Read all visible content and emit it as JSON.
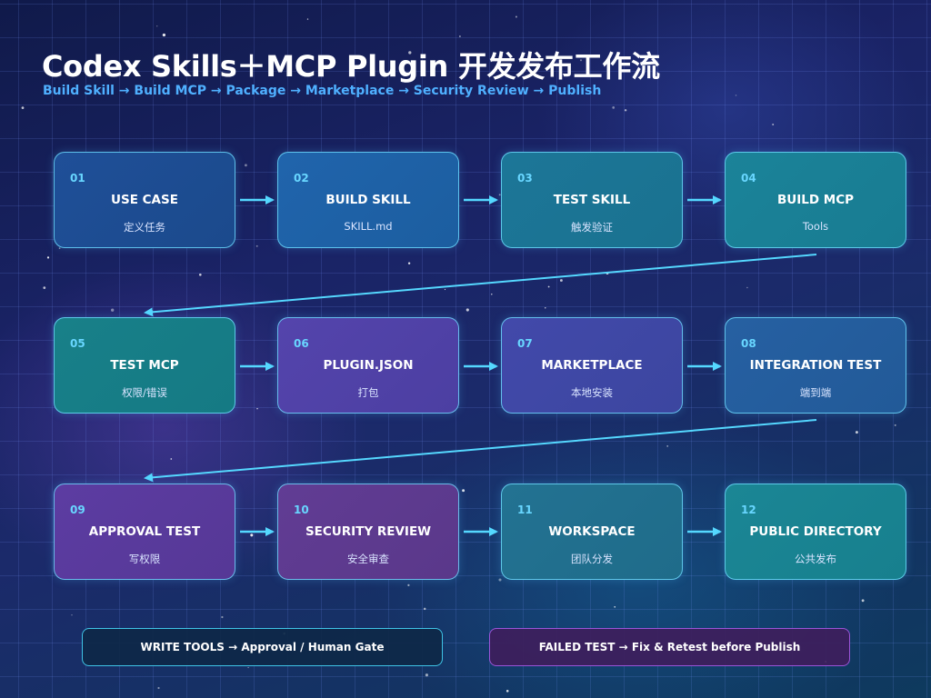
{
  "header": {
    "title": "Codex Skills＋MCP Plugin 开发发布工作流",
    "subtitle": "Build Skill → Build MCP → Package → Marketplace → Security Review → Publish"
  },
  "steps": [
    {
      "num": "01",
      "name": "USE CASE",
      "sub": "定义任务"
    },
    {
      "num": "02",
      "name": "BUILD SKILL",
      "sub": "SKILL.md"
    },
    {
      "num": "03",
      "name": "TEST SKILL",
      "sub": "触发验证"
    },
    {
      "num": "04",
      "name": "BUILD MCP",
      "sub": "Tools"
    },
    {
      "num": "05",
      "name": "TEST MCP",
      "sub": "权限/错误"
    },
    {
      "num": "06",
      "name": "PLUGIN.JSON",
      "sub": "打包"
    },
    {
      "num": "07",
      "name": "MARKETPLACE",
      "sub": "本地安装"
    },
    {
      "num": "08",
      "name": "INTEGRATION TEST",
      "sub": "端到端"
    },
    {
      "num": "09",
      "name": "APPROVAL TEST",
      "sub": "写权限"
    },
    {
      "num": "10",
      "name": "SECURITY REVIEW",
      "sub": "安全审查"
    },
    {
      "num": "11",
      "name": "WORKSPACE",
      "sub": "团队分发"
    },
    {
      "num": "12",
      "name": "PUBLIC DIRECTORY",
      "sub": "公共发布"
    }
  ],
  "notes": {
    "write_tools": "WRITE TOOLS → Approval / Human Gate",
    "failed_test": "FAILED TEST → Fix & Retest before Publish"
  },
  "colors": {
    "accent": "#4fb0ff",
    "connector": "#55d8ff",
    "step_01": "#1d4f94",
    "step_02": "#1e62a8",
    "step_03": "#1a7596",
    "step_04": "#1a8098",
    "step_05": "#177f89",
    "step_06": "#5042a8",
    "step_07": "#4048a6",
    "step_08": "#245e9e",
    "step_09": "#5a3a9e",
    "step_10": "#5e3a90",
    "step_11": "#22708e",
    "step_12": "#1a8493"
  }
}
